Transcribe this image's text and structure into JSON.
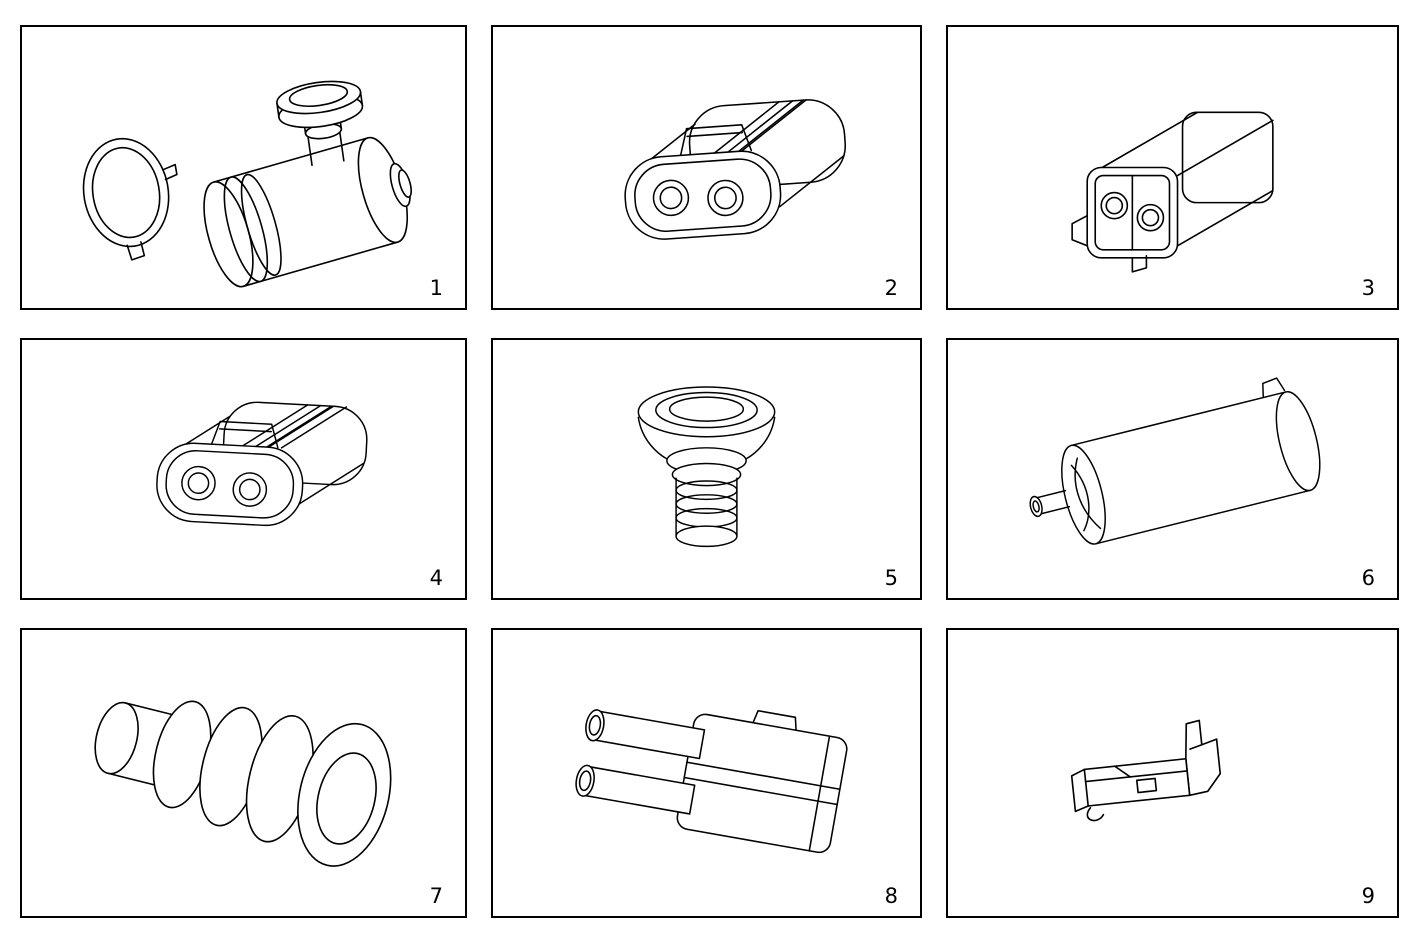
{
  "page": {
    "background": "#ffffff",
    "line_color": "#000000",
    "description_label": "parts-diagram-grid"
  },
  "cells": [
    {
      "number": "1",
      "illustration": "canister-with-filler-cap-and-lid-icon"
    },
    {
      "number": "2",
      "illustration": "two-way-connector-housing-icon"
    },
    {
      "number": "3",
      "illustration": "square-connector-housing-icon"
    },
    {
      "number": "4",
      "illustration": "two-way-connector-housing-alt-icon"
    },
    {
      "number": "5",
      "illustration": "mushroom-grommet-icon"
    },
    {
      "number": "6",
      "illustration": "cylindrical-canister-icon"
    },
    {
      "number": "7",
      "illustration": "ribbed-seal-grommet-icon"
    },
    {
      "number": "8",
      "illustration": "two-sleeve-connector-icon"
    },
    {
      "number": "9",
      "illustration": "crimp-terminal-icon"
    }
  ]
}
